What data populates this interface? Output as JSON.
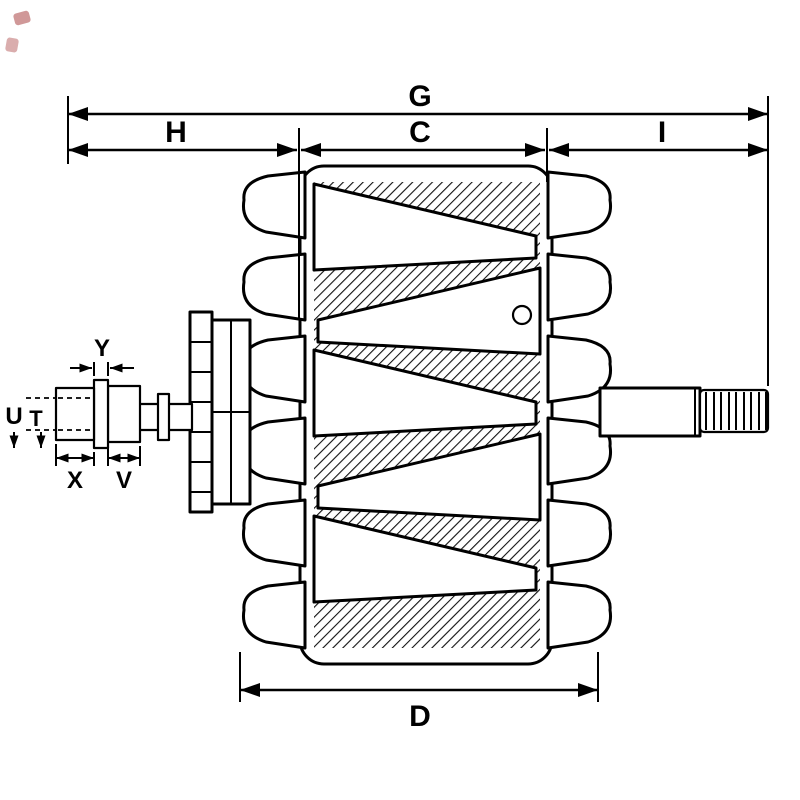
{
  "diagram": {
    "labels": {
      "g": "G",
      "h": "H",
      "c": "C",
      "i": "I",
      "d": "D",
      "u": "U",
      "t": "T",
      "x": "X",
      "v": "V",
      "y": "Y"
    },
    "colors": {
      "ink": "#000000",
      "background": "#ffffff",
      "artifact_red": "#a23232"
    }
  }
}
